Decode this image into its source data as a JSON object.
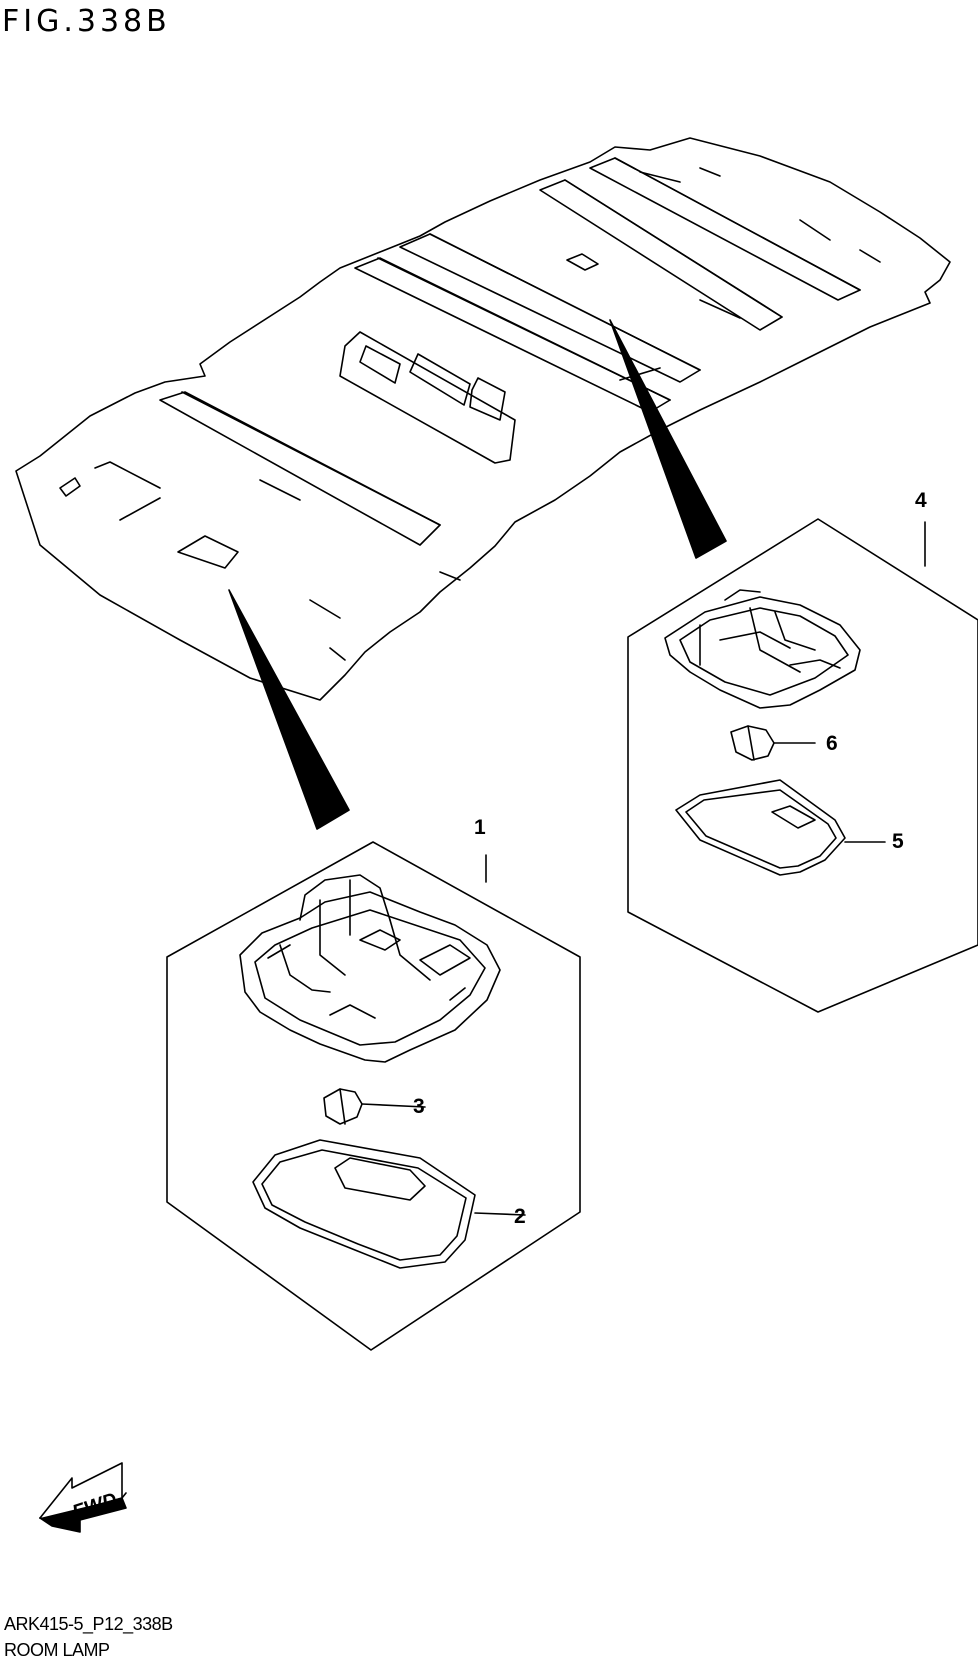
{
  "figure": {
    "title": "FIG.338B"
  },
  "footer": {
    "code": "ARK415-5_P12_338B",
    "name": "ROOM LAMP"
  },
  "fwd_label": "FWD",
  "callouts": [
    {
      "id": "1",
      "label": "1"
    },
    {
      "id": "2",
      "label": "2"
    },
    {
      "id": "3",
      "label": "3"
    },
    {
      "id": "4",
      "label": "4"
    },
    {
      "id": "5",
      "label": "5"
    },
    {
      "id": "6",
      "label": "6"
    }
  ]
}
